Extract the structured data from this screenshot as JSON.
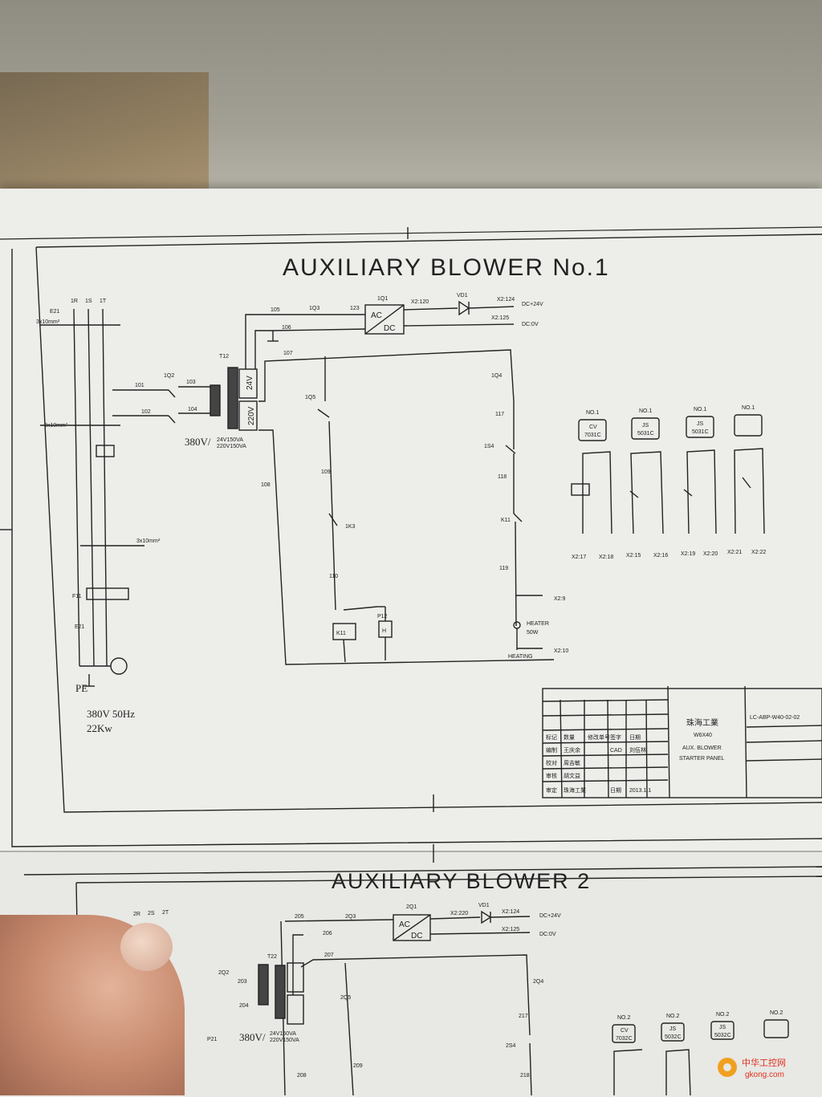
{
  "diagram1": {
    "title": "AUXILIARY BLOWER No.1",
    "labels": {
      "l105": "105",
      "l106": "106",
      "l107": "107",
      "l108": "108",
      "l101": "101",
      "l102": "102",
      "l103": "103",
      "l104": "104",
      "l109": "109",
      "l110": "110",
      "l117": "117",
      "l118": "118",
      "l119": "119",
      "l123": "123",
      "l1q3": "1Q3",
      "l1q1": "1Q1",
      "l1q2": "1Q2",
      "l1q5": "1Q5",
      "l1q4": "1Q4",
      "l1s4": "1S4",
      "l1k1": "K11",
      "l1k3": "1K3",
      "lx2_120": "X2:120",
      "lx2_124": "X2:124",
      "lx2_125": "X2:125",
      "lvd1": "VD1",
      "ldc24": "DC+24V",
      "ldc0": "DC:0V",
      "lac": "AC",
      "ldc": "DC",
      "t12": "T12",
      "v24": "24V",
      "v220": "220V",
      "vrating": "380V/",
      "vrating2": "24V150VA",
      "vrating3": "220V150VA",
      "lx2_9": "X2:9",
      "lx2_10": "X2:10",
      "heater": "HEATER",
      "heater_w": "50W",
      "heating": "HEATING",
      "lp12": "P12",
      "lh": "H",
      "e21": "E21",
      "pe": "PE",
      "mains": "380V 50Hz",
      "power": "22Kw",
      "f11": "F11",
      "e21b": "E21",
      "k1": "1R",
      "k2": "1S",
      "k3": "1T",
      "cab1": "3x10mm²",
      "cab2": "3x10mm²",
      "cab3": "3x10mm²"
    },
    "terminals": [
      {
        "no": "NO.1",
        "type": "CV",
        "code": "7031C"
      },
      {
        "no": "NO.1",
        "type": "JS",
        "code": "5031C"
      },
      {
        "no": "NO.1",
        "type": "JS",
        "code": "5031C"
      },
      {
        "no": "NO.1",
        "type": "",
        "code": ""
      }
    ],
    "terminal_labels": [
      "X2:17",
      "X2:18",
      "X2:15",
      "X2:16",
      "X2:19",
      "X2:20",
      "X2:21",
      "X2:22"
    ],
    "titleblock": {
      "company": "珠海工業",
      "model": "W6X40",
      "name1": "AUX. BLOWER",
      "name2": "STARTER PANEL",
      "drawing_no": "LC-ABP-W40-02-02",
      "header": [
        "标记",
        "数量",
        "修改单号",
        "签字",
        "日期"
      ],
      "row1": [
        "编制",
        "王庆余",
        "",
        "CAD",
        "刘伍林"
      ],
      "row2": [
        "校对",
        "周吉敏",
        "",
        "",
        ""
      ],
      "row3": [
        "审核",
        "胡文益",
        "",
        "",
        ""
      ],
      "row4": [
        "审定",
        "珠海工業",
        "",
        "日期",
        "2013.1.1"
      ]
    }
  },
  "diagram2": {
    "title": "AUXILIARY BLOWER 2",
    "labels": {
      "l205": "205",
      "l206": "206",
      "l207": "207",
      "l203": "203",
      "l204": "204",
      "l209": "209",
      "l217": "217",
      "l218": "218",
      "l208": "208",
      "l2q3": "2Q3",
      "l2q1": "2Q1",
      "l2q2": "2Q2",
      "l2q5": "2Q5",
      "l2q4": "2Q4",
      "l2s4": "2S4",
      "lvd1": "VD1",
      "lx2_220": "X2:220",
      "lx2_124": "X2:124",
      "lx2_125": "X2:125",
      "ldc24": "DC+24V",
      "ldc0": "DC:0V",
      "lac": "AC",
      "ldc": "DC",
      "t22": "T22",
      "vrating": "380V/",
      "vrating2": "24V150VA",
      "vrating3": "220V150VA",
      "p21": "P21",
      "t2": "2R",
      "s2": "2S",
      "t2b": "2T"
    },
    "terminals": [
      {
        "no": "NO.2",
        "type": "CV",
        "code": "7032C"
      },
      {
        "no": "NO.2",
        "type": "JS",
        "code": "5032C"
      },
      {
        "no": "NO.2",
        "type": "JS",
        "code": "5032C"
      },
      {
        "no": "NO.2",
        "type": "",
        "code": ""
      }
    ]
  },
  "watermark": {
    "cn": "中华工控网",
    "url": "gkong.com"
  }
}
